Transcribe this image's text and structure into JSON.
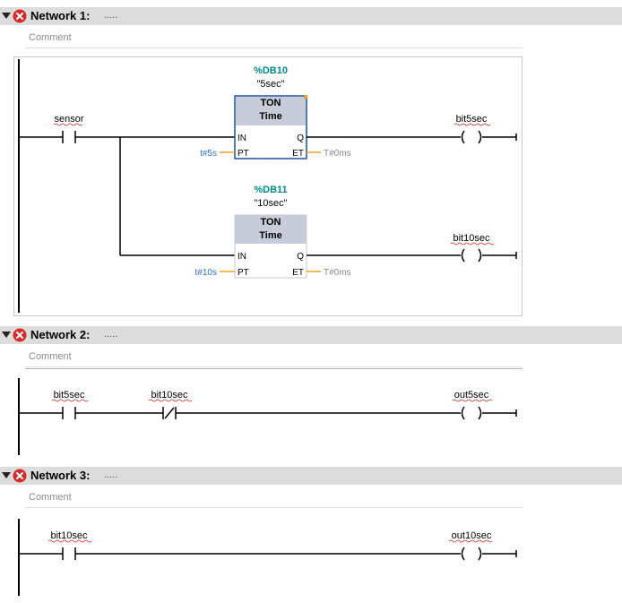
{
  "networks": [
    {
      "title": "Network 1:",
      "dots": ".....",
      "comment": "Comment",
      "blocks": [
        {
          "db": "%DB10",
          "instance": "\"5sec\"",
          "type": "TON",
          "subtype": "Time",
          "in": "IN",
          "pt": "PT",
          "q": "Q",
          "et": "ET",
          "pt_value": "t#5s",
          "et_value": "T#0ms"
        },
        {
          "db": "%DB11",
          "instance": "\"10sec\"",
          "type": "TON",
          "subtype": "Time",
          "in": "IN",
          "pt": "PT",
          "q": "Q",
          "et": "ET",
          "pt_value": "t#10s",
          "et_value": "T#0ms"
        }
      ],
      "contact": "sensor",
      "coils": [
        "bit5sec",
        "bit10sec"
      ]
    },
    {
      "title": "Network 2:",
      "dots": ".....",
      "comment": "Comment",
      "contact_no": "bit5sec",
      "contact_nc": "bit10sec",
      "coil": "out5sec"
    },
    {
      "title": "Network 3:",
      "dots": ".....",
      "comment": "Comment",
      "contact": "bit10sec",
      "coil": "out10sec"
    }
  ],
  "colors": {
    "header_bg": "#dcdcdc",
    "db_label": "#008b8b",
    "constant": "#3070c8",
    "wire_pin": "#f0a020",
    "block_header": "#c8ccd8",
    "error": "#d42a2a"
  },
  "icons": {
    "collapse": "triangle-down-icon",
    "error": "error-x-icon"
  }
}
